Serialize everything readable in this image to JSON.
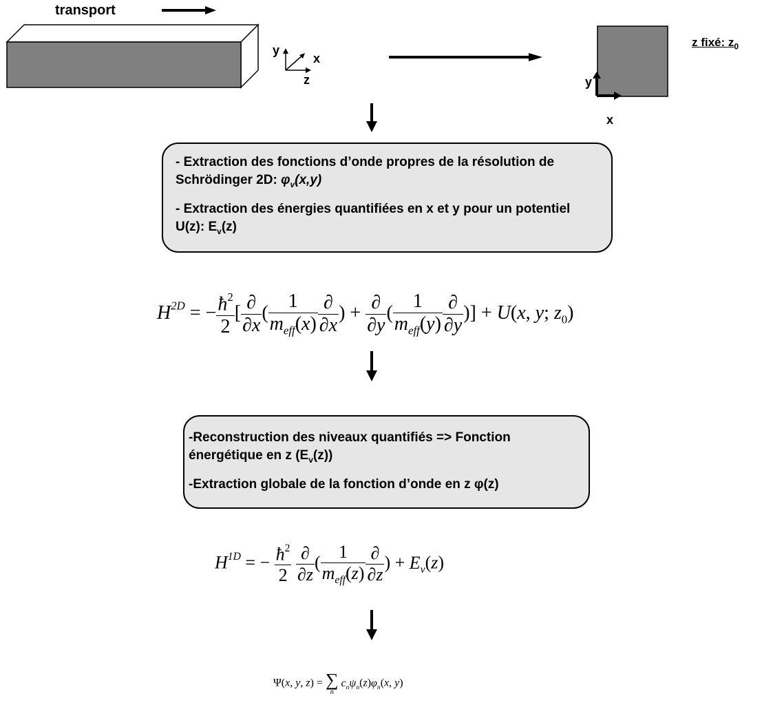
{
  "labels": {
    "transport": "transport",
    "z_fixed": "z fixé: z",
    "z_fixed_sub": "0",
    "axis3d_y": "y",
    "axis3d_x": "x",
    "axis3d_z": "z",
    "axis2d_y": "y",
    "axis2d_x": "x"
  },
  "box1": {
    "line1": "- Extraction des fonctions d’onde propres de la résolution de Schrödinger 2D: ",
    "line1_phi": "φ",
    "line1_phi_sub": "v",
    "line1_phi_args": "(x,y)",
    "line2": "- Extraction des énergies quantifiées en x et y pour un potentiel U(z): E",
    "line2_sub": "v",
    "line2_end": "(z)"
  },
  "box2": {
    "line1": "-Reconstruction des niveaux quantifiés => Fonction énergétique en z (E",
    "line1_sub": "v",
    "line1_end": "(z))",
    "line2": "-Extraction globale de la fonction d’onde en z φ(z)"
  },
  "colors": {
    "block_fill": "#808080",
    "box_fill": "#e6e6e6",
    "stroke": "#000000"
  }
}
